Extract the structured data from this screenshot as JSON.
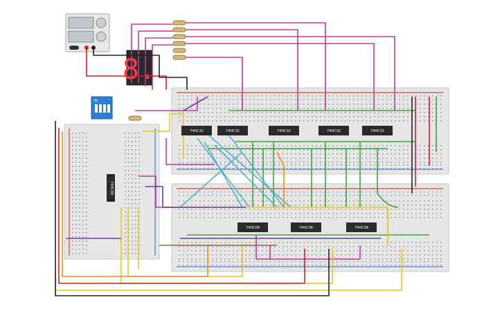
{
  "circuit": {
    "chips_top": [
      "74HC32",
      "74HC32",
      "74HC32",
      "74HC32",
      "74HC32"
    ],
    "chips_bottom": [
      "74HC08",
      "74HC08",
      "74HC08"
    ],
    "chip_left": "74HC08",
    "dip_switch_label": "ON",
    "seven_segment_digit": "8."
  },
  "colors": {
    "wire_magenta": "#c2399a",
    "wire_green": "#3aa63a",
    "wire_cyan": "#4fb4c9",
    "wire_yellow": "#f0c419",
    "wire_orange": "#f08c1a",
    "wire_red": "#d41f1f",
    "wire_black": "#222222",
    "wire_purple": "#6a3aa6",
    "breadboard": "#e6e6e6",
    "dip_switch": "#2b7fd1",
    "seven_segment_on": "#ff3b3b"
  }
}
